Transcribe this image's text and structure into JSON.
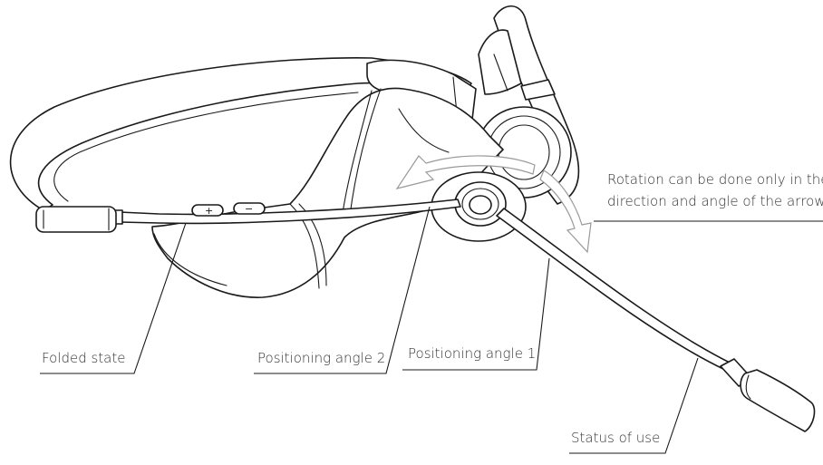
{
  "labels": {
    "folded_state": "Folded state",
    "positioning_angle_2": "Positioning angle 2",
    "positioning_angle_1": "Positioning angle 1",
    "status_of_use": "Status of use",
    "rotation_line1": "Rotation can be done only in the",
    "rotation_line2": "direction and angle of the arrow"
  },
  "colors": {
    "line": "#1a1a1a",
    "text": "#333333",
    "arrow": "#9a9a9a",
    "background": "#ffffff"
  }
}
